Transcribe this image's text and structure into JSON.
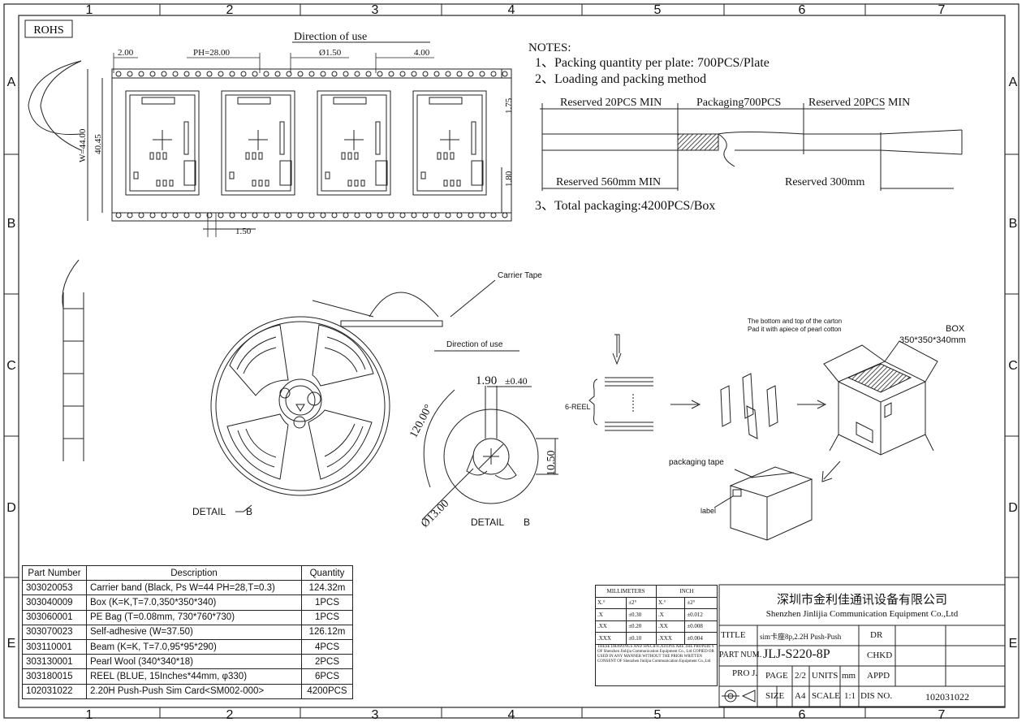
{
  "border": {
    "columns": [
      "1",
      "2",
      "3",
      "4",
      "5",
      "6",
      "7"
    ],
    "rows": [
      "A",
      "B",
      "C",
      "D",
      "E"
    ]
  },
  "rohs": "ROHS",
  "tape": {
    "direction_label": "Direction of use",
    "dims": {
      "d1": "2.00",
      "pitch": "PH=28.00",
      "hole": "Ø1.50",
      "d4": "4.00",
      "w": "W=44.00",
      "h": "40.45",
      "r1": "1.75",
      "r2": "1.80",
      "bottom": "1.50"
    }
  },
  "notes": {
    "title": "NOTES:",
    "n1": "1、Packing quantity per plate: 700PCS/Plate",
    "n2": "2、Loading and packing method",
    "reserved_top_left": "Reserved 20PCS MIN",
    "packaging": "Packaging700PCS",
    "reserved_top_right": "Reserved 20PCS MIN",
    "reserved_bottom_left": "Reserved 560mm MIN",
    "reserved_bottom_right": "Reserved 300mm",
    "n3": "3、Total packaging:4200PCS/Box"
  },
  "reel": {
    "carrier_tape": "Carrier Tape",
    "direction": "Direction of use",
    "detail_label": "DETAIL",
    "detail_letter": "B",
    "d_190": "1.90",
    "d_190_tol": "±0.40",
    "angle": "120.00°",
    "d_1050": "10.50",
    "d_13": "Ø13.00",
    "detail_b": "DETAIL",
    "detail_b_letter": "B"
  },
  "packing": {
    "six_reel": "6-REEL",
    "carton_note_1": "The bottom and top of the carton",
    "carton_note_2": "Pad it with apiece of pearl cotton",
    "box": "BOX",
    "box_size": "350*350*340mm",
    "packaging_tape": "packaging tape",
    "label": "label"
  },
  "bom": {
    "headers": [
      "Part Number",
      "Description",
      "Quantity"
    ],
    "rows": [
      [
        "303020053",
        "Carrier band (Black, Ps W=44 PH=28,T=0.3)",
        "124.32m"
      ],
      [
        "303040009",
        "Box (K=K,T=7.0,350*350*340)",
        "1PCS"
      ],
      [
        "303060001",
        "PE Bag (T=0.08mm, 730*760*730)",
        "1PCS"
      ],
      [
        "303070023",
        "Self-adhesive (W=37.50)",
        "126.12m"
      ],
      [
        "303110001",
        "Beam (K=K, T=7.0,95*95*290)",
        "4PCS"
      ],
      [
        "303130001",
        "Pearl Wool (340*340*18)",
        "2PCS"
      ],
      [
        "303180015",
        "REEL (BLUE, 15Inches*44mm, φ330)",
        "6PCS"
      ],
      [
        "102031022",
        "2.20H Push-Push Sim Card<SM002-000>",
        "4200PCS"
      ]
    ]
  },
  "tolerance": {
    "mm": "MILLIMETERS",
    "inch": "INCH",
    "rows": [
      [
        "X.°",
        "±2°",
        "X.°",
        "±2°"
      ],
      [
        ".X",
        "±0.30",
        ".X",
        "±0.012"
      ],
      [
        ".XX",
        "±0.20",
        ".XX",
        "±0.008"
      ],
      [
        ".XXX",
        "±0.10",
        ".XXX",
        "±0.004"
      ]
    ],
    "legal": "THESE DRAWINGS AND SPECIFICATIONS ARE THE PROPERTY OF Shenzhen Jinlijia Communication Equipment Co., Ltd COPIED OR USED IN ANY MANNER WITHOUT THE PRIOR WRITTEN CONSENT OF Shenzhen Jinlijia Communication Equipment Co.,Ltd"
  },
  "title_block": {
    "company_cn": "深圳市金利佳通讯设备有限公司",
    "company_en": "Shenzhen Jinlijia Communication Equipment Co.,Ltd",
    "title_label": "TITLE",
    "title_value": "sim卡座8p,2.2H Push-Push",
    "dr": "DR",
    "part_num_label": "PART NUM.",
    "part_num": "JLJ-S220-8P",
    "chkd": "CHKD",
    "proj": "PRO J.",
    "page_label": "PAGE",
    "page": "2/2",
    "units_label": "UNITS",
    "units": "mm",
    "appd": "APPD",
    "size_label": "SIZE",
    "size": "A4",
    "scale_label": "SCALE",
    "scale": "1:1",
    "dis_label": "DIS NO.",
    "dis_no": "102031022"
  }
}
